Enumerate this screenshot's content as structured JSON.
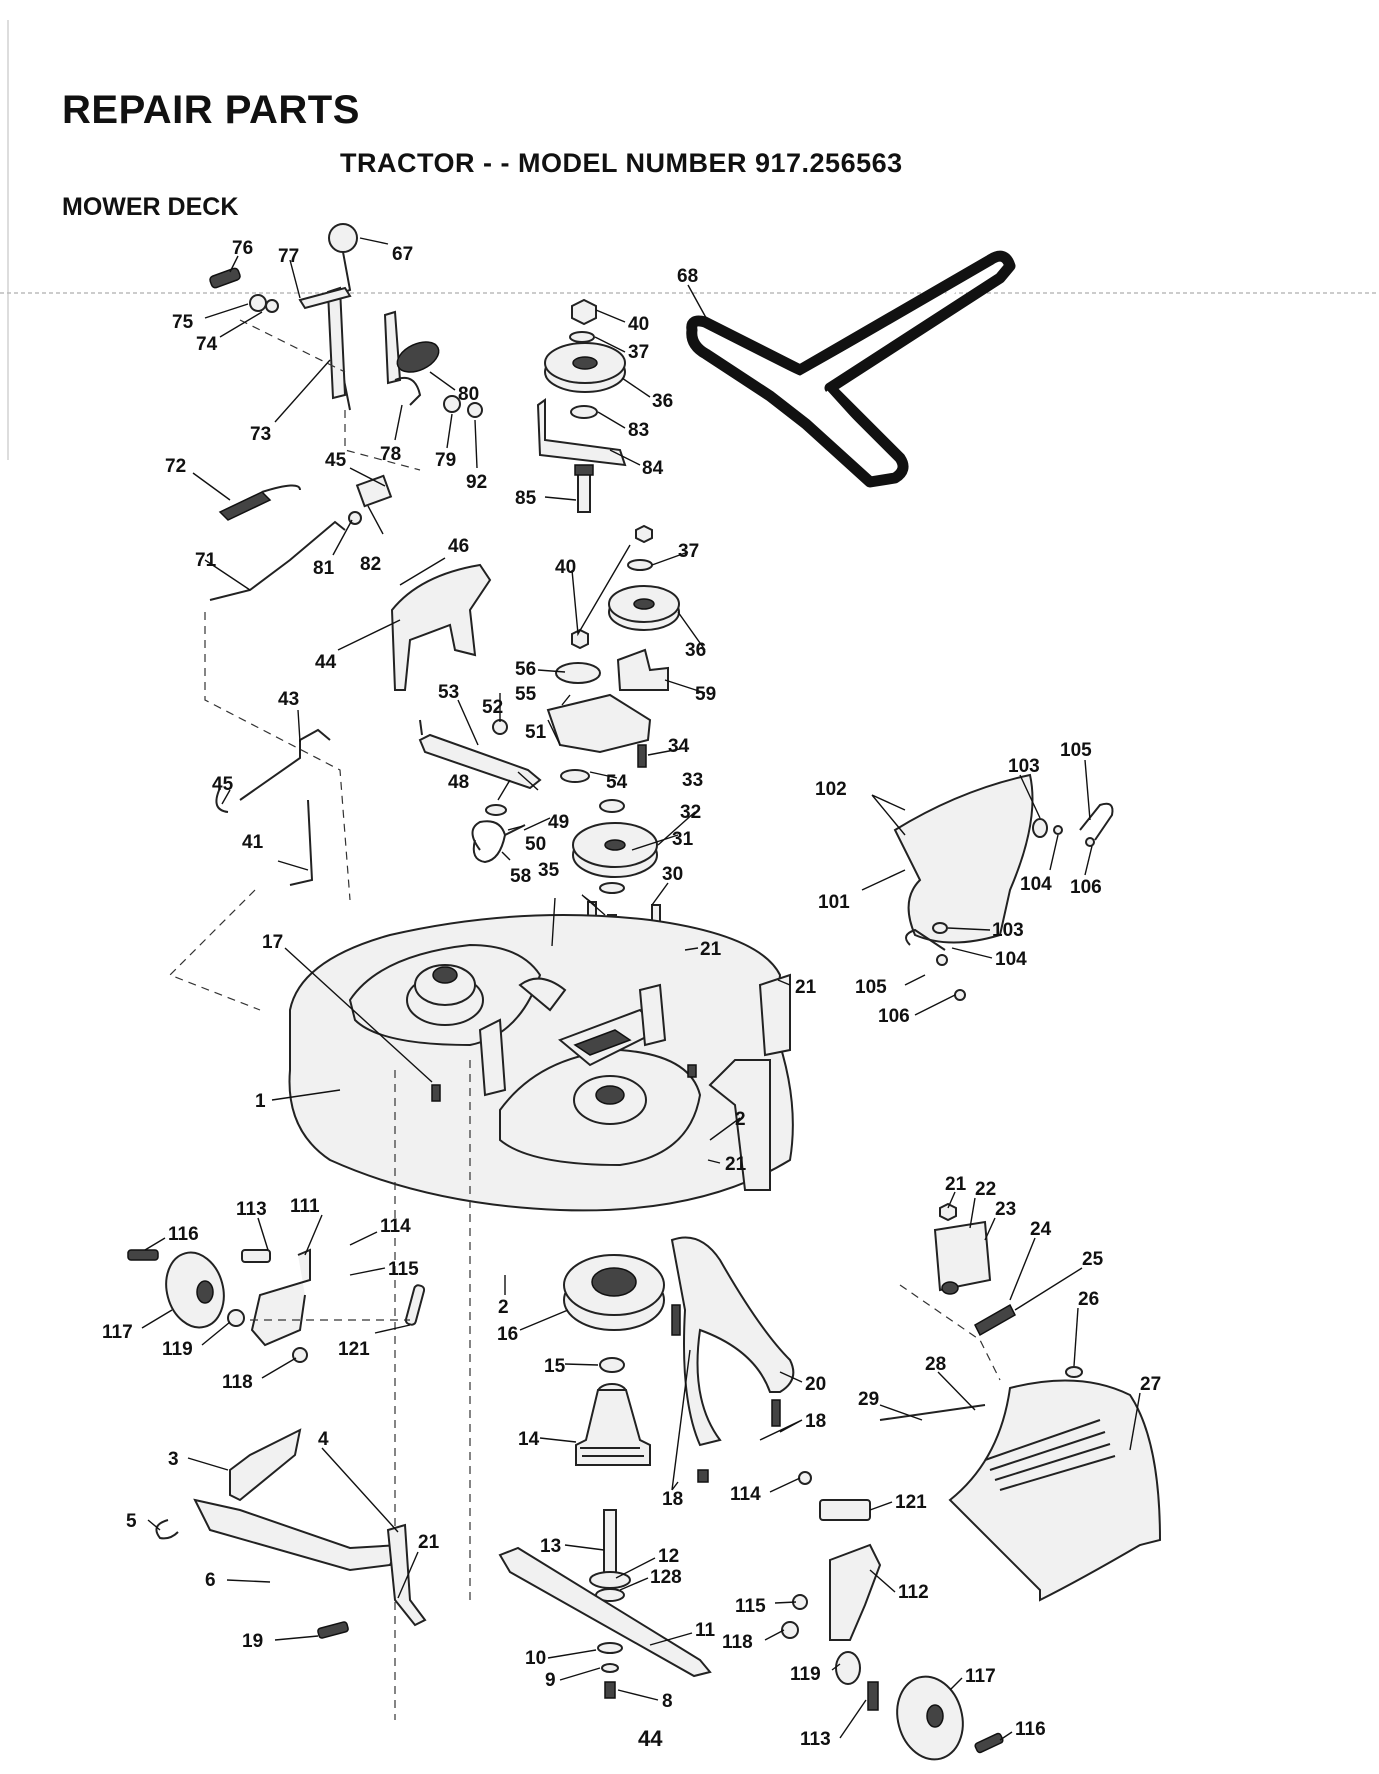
{
  "header": {
    "title": "REPAIR PARTS",
    "subtitle": "TRACTOR - - MODEL NUMBER 917.256563",
    "section": "MOWER DECK"
  },
  "footer": {
    "page_number": "44"
  },
  "callouts": [
    "76",
    "77",
    "67",
    "75",
    "74",
    "73",
    "78",
    "80",
    "79",
    "92",
    "45",
    "72",
    "71",
    "81",
    "82",
    "46",
    "44",
    "43",
    "45",
    "41",
    "17",
    "1",
    "68",
    "40",
    "37",
    "36",
    "83",
    "84",
    "85",
    "40",
    "37",
    "36",
    "56",
    "59",
    "55",
    "53",
    "52",
    "51",
    "34",
    "48",
    "54",
    "33",
    "49",
    "32",
    "50",
    "31",
    "58",
    "35",
    "30",
    "21",
    "21",
    "2",
    "21",
    "102",
    "103",
    "105",
    "101",
    "104",
    "106",
    "103",
    "104",
    "105",
    "106",
    "113",
    "111",
    "114",
    "116",
    "115",
    "2",
    "16",
    "117",
    "119",
    "121",
    "118",
    "15",
    "20",
    "14",
    "18",
    "18",
    "21",
    "22",
    "23",
    "24",
    "25",
    "26",
    "28",
    "29",
    "27",
    "3",
    "4",
    "5",
    "21",
    "6",
    "19",
    "13",
    "12",
    "128",
    "11",
    "10",
    "9",
    "8",
    "114",
    "121",
    "112",
    "115",
    "118",
    "119",
    "117",
    "113",
    "116"
  ]
}
